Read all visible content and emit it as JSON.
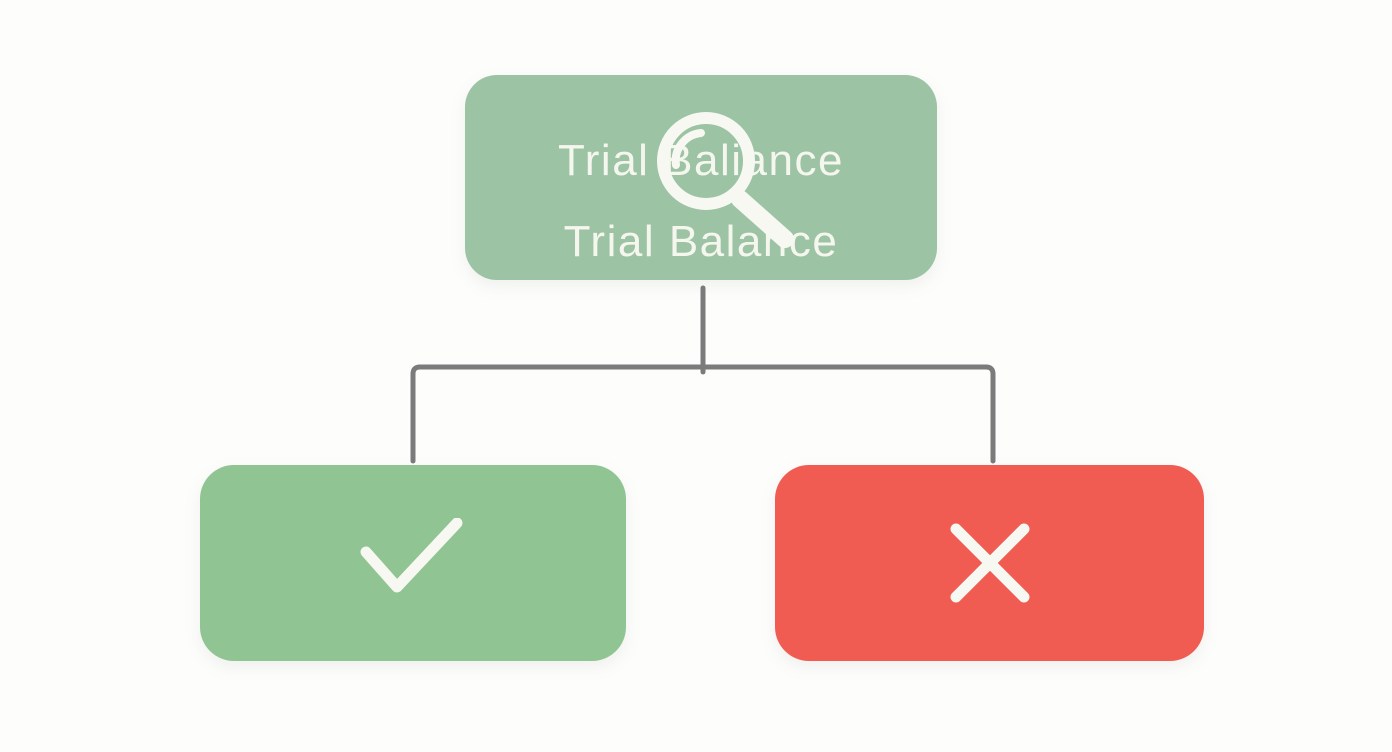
{
  "canvas": {
    "background_color": "#fdfdfc"
  },
  "root_node": {
    "label_line1": "Trial Baliance",
    "label_line2": "Trial Balance",
    "fill_color": "#9cc3a4",
    "icon": "magnifier-icon"
  },
  "left_node": {
    "fill_color": "#90c492",
    "icon": "checkmark-icon",
    "meaning": "balanced"
  },
  "right_node": {
    "fill_color": "#f05c52",
    "icon": "x-mark-icon",
    "meaning": "not-balanced"
  },
  "connectors": {
    "color": "#7b7b7b"
  },
  "text_color": "#f5f6ee",
  "icon_color": "#f8f8f3"
}
